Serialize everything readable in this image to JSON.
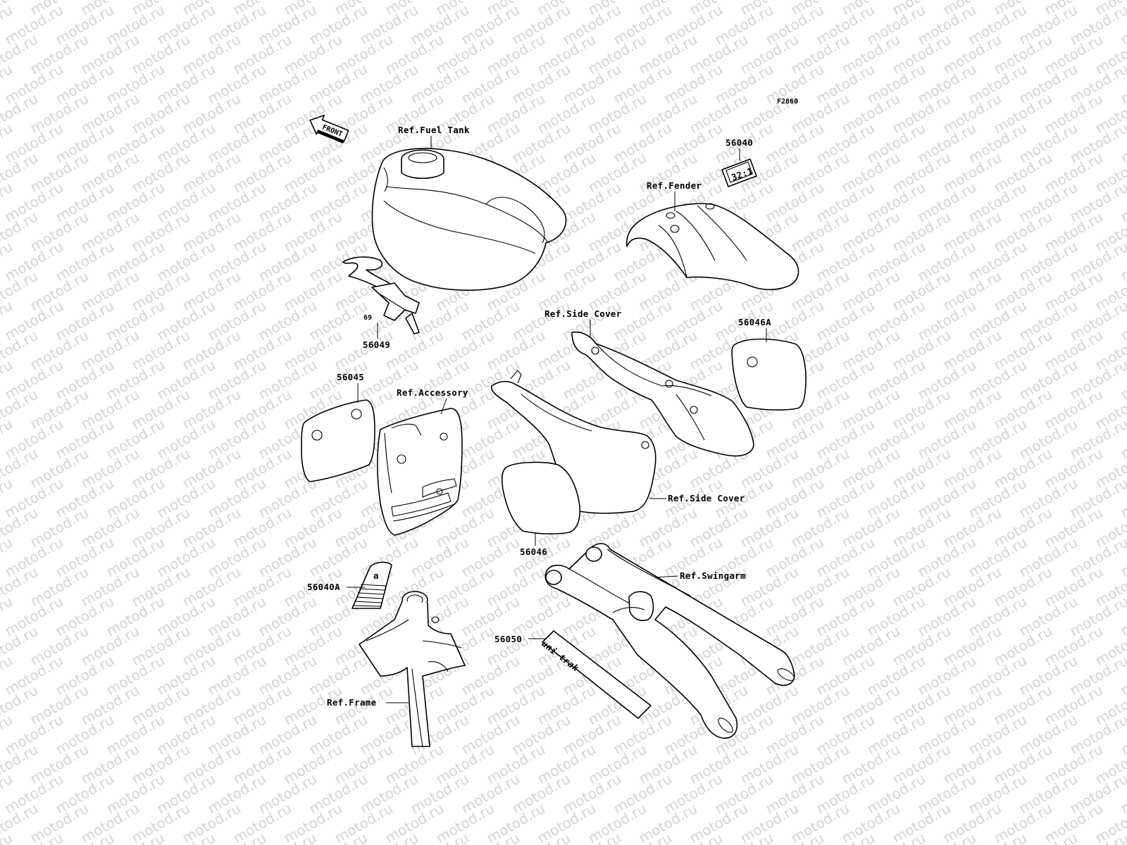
{
  "diagram_code": "F2860",
  "watermark_text": "motod.ru",
  "front_arrow_label": "FRONT",
  "decal_32_1_text": "32:1",
  "swingarm_decal_text": "uni-trak",
  "labels": {
    "ref_fuel_tank": "Ref.Fuel Tank",
    "ref_fender": "Ref.Fender",
    "ref_side_cover_upper": "Ref.Side Cover",
    "ref_side_cover_lower": "Ref.Side Cover",
    "ref_accessory": "Ref.Accessory",
    "ref_swingarm": "Ref.Swingarm",
    "ref_frame": "Ref.Frame",
    "p56040": "56040",
    "p56049": "56049",
    "p56046A": "56046A",
    "p56045": "56045",
    "p56046": "56046",
    "p56040A": "56040A",
    "p56050": "56050"
  }
}
